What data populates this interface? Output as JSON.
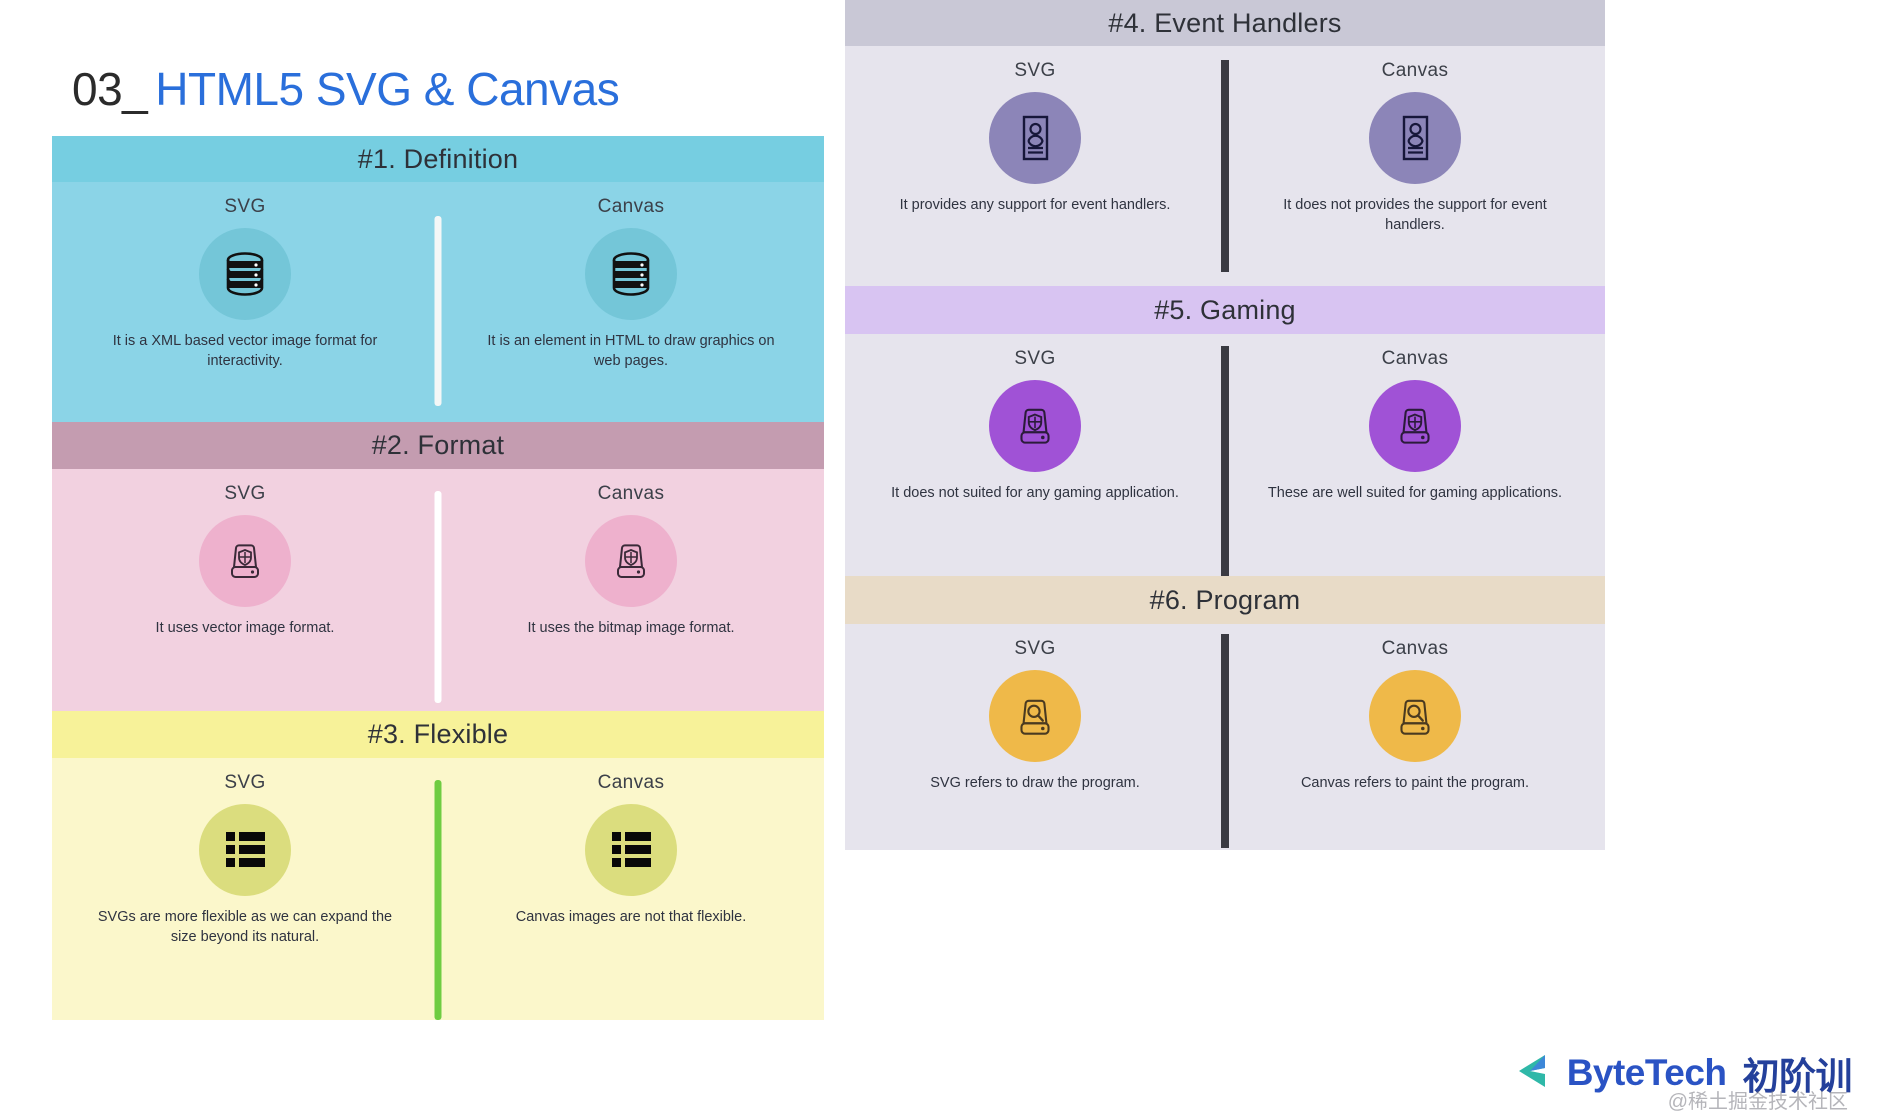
{
  "title": {
    "number": "03_",
    "rest": "HTML5 SVG & Canvas"
  },
  "columns": {
    "svg": "SVG",
    "canvas": "Canvas"
  },
  "colors": {
    "title_accent": "#2a6fdb",
    "sec1_header": "#76cee1",
    "sec1_body": "#8bd4e7",
    "sec2_header": "#c49cb0",
    "sec2_body": "#f2d1e0",
    "sec3_header": "#f7f299",
    "sec3_body": "#fbf7cb",
    "sec4_header": "#c9c8d6",
    "sec4_body": "#e6e4ed",
    "sec5_header": "#d8c4f2",
    "sec5_body": "#e6e4ed",
    "sec6_header": "#e8dbc7",
    "sec6_body": "#e6e4ed",
    "divider_green": "#6fcc42",
    "divider_dark": "#3a3a42",
    "logo_blue": "#2a53c4"
  },
  "sections": [
    {
      "id": 1,
      "heading": "#1. Definition",
      "icon": "database-icon",
      "left": {
        "label": "SVG",
        "text": "It is a XML based vector image format for interactivity."
      },
      "right": {
        "label": "Canvas",
        "text": "It is an element in HTML to draw graphics on web pages."
      }
    },
    {
      "id": 2,
      "heading": "#2. Format",
      "icon": "shield-device-icon",
      "left": {
        "label": "SVG",
        "text": "It uses vector image format."
      },
      "right": {
        "label": "Canvas",
        "text": "It uses the bitmap image format."
      }
    },
    {
      "id": 3,
      "heading": "#3. Flexible",
      "icon": "list-icon",
      "left": {
        "label": "SVG",
        "text": "SVGs are more flexible as we can expand the size beyond its natural."
      },
      "right": {
        "label": "Canvas",
        "text": "Canvas images are not that flexible."
      }
    },
    {
      "id": 4,
      "heading": "#4. Event Handlers",
      "icon": "id-card-icon",
      "left": {
        "label": "SVG",
        "text": "It provides any support for event handlers."
      },
      "right": {
        "label": "Canvas",
        "text": "It does not provides the support for event handlers."
      }
    },
    {
      "id": 5,
      "heading": "#5. Gaming",
      "icon": "shield-device-icon",
      "left": {
        "label": "SVG",
        "text": "It does not suited for any gaming application."
      },
      "right": {
        "label": "Canvas",
        "text": "These are well suited for gaming applications."
      }
    },
    {
      "id": 6,
      "heading": "#6. Program",
      "icon": "search-device-icon",
      "left": {
        "label": "SVG",
        "text": "SVG refers to draw the program."
      },
      "right": {
        "label": "Canvas",
        "text": "Canvas refers to paint the program."
      }
    }
  ],
  "logo": {
    "brand": "ByteTech",
    "suffix": "初阶训",
    "icon": "chevron-left-logo-icon"
  },
  "watermark": "@稀土掘金技术社区"
}
